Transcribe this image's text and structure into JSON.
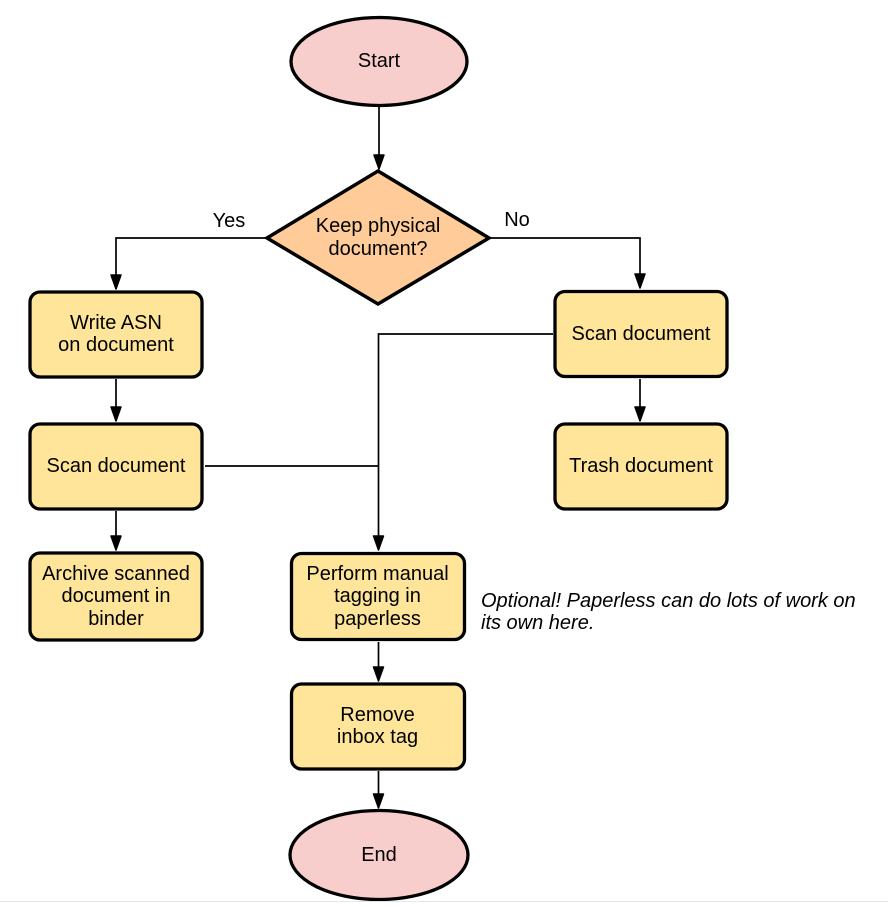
{
  "canvas": {
    "background": "#ffffff"
  },
  "colors": {
    "terminator_fill": "#f8cecc",
    "decision_fill": "#ffcc99",
    "process_fill": "#ffe599",
    "stroke": "#000000"
  },
  "nodes": {
    "start": {
      "label": "Start",
      "shape": "terminator"
    },
    "decision": {
      "label": "Keep physical\ndocument?",
      "shape": "decision"
    },
    "write_asn": {
      "label": "Write ASN\non document",
      "shape": "process"
    },
    "scan_left": {
      "label": "Scan document",
      "shape": "process"
    },
    "archive": {
      "label": "Archive scanned\ndocument in\nbinder",
      "shape": "process"
    },
    "scan_right": {
      "label": "Scan document",
      "shape": "process"
    },
    "trash": {
      "label": "Trash document",
      "shape": "process"
    },
    "tagging": {
      "label": "Perform manual\ntagging in\npaperless",
      "shape": "process"
    },
    "remove_inbox": {
      "label": "Remove\ninbox tag",
      "shape": "process"
    },
    "end": {
      "label": "End",
      "shape": "terminator"
    }
  },
  "edge_labels": {
    "yes": "Yes",
    "no": "No"
  },
  "annotation": {
    "text": "Optional! Paperless can do lots of work on\nits own here."
  }
}
